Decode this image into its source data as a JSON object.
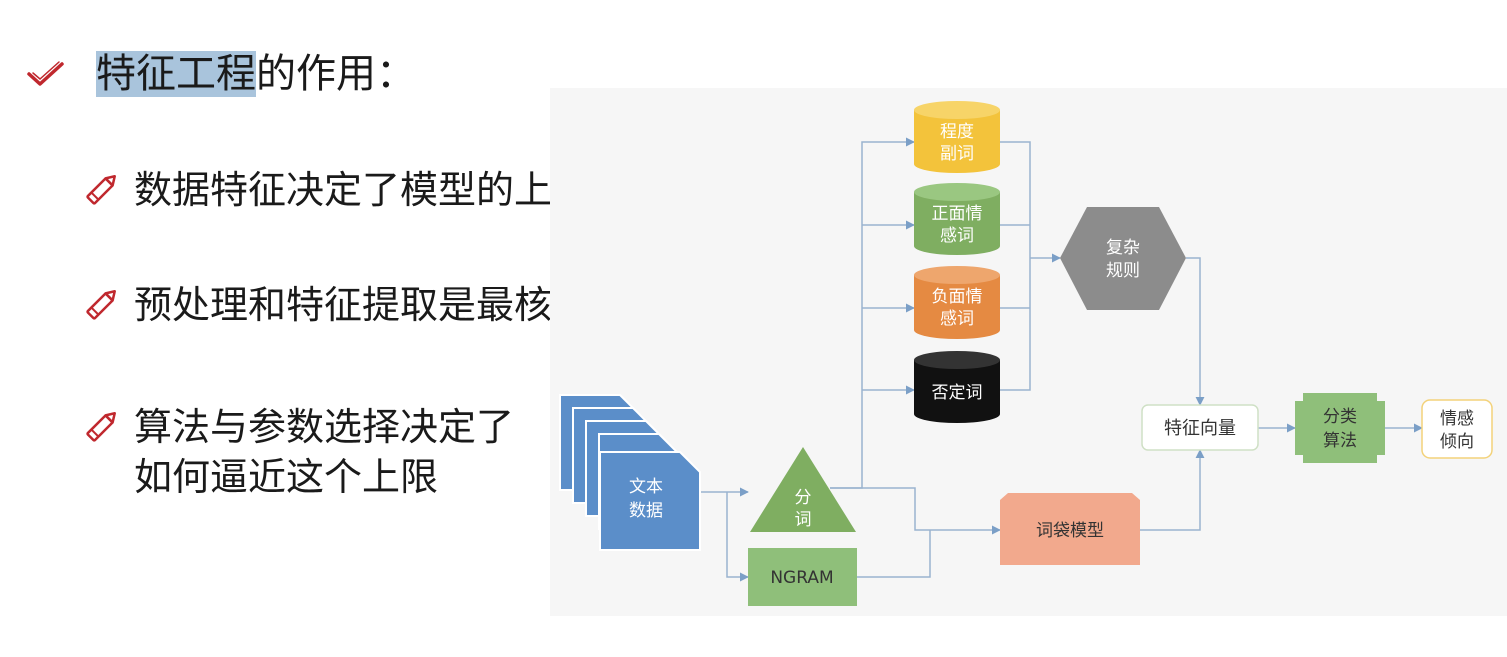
{
  "heading": {
    "highlighted": "特征工程",
    "rest": "的作用："
  },
  "bullets": [
    {
      "line1": "数据特征决定了模型的上限",
      "line2": ""
    },
    {
      "line1": "预处理和特征提取是最核心的",
      "line2": ""
    },
    {
      "line1": "算法与参数选择决定了",
      "line2": "如何逼近这个上限"
    }
  ],
  "diagram": {
    "text_data": [
      "文本",
      "数据"
    ],
    "segment": [
      "分",
      "词"
    ],
    "ngram": "NGRAM",
    "degree_adverb": [
      "程度",
      "副词"
    ],
    "positive": [
      "正面情",
      "感词"
    ],
    "negative": [
      "负面情",
      "感词"
    ],
    "negation": "否定词",
    "complex_rules": [
      "复杂",
      "规则"
    ],
    "bag_of_words": "词袋模型",
    "feature_vector": "特征向量",
    "classifier": [
      "分类",
      "算法"
    ],
    "sentiment": [
      "情感",
      "倾向"
    ]
  },
  "colors": {
    "accent_red": "#c0282e",
    "highlight": "#a9c4dc",
    "blue": "#5b8ec9",
    "green": "#7fae61",
    "yellow": "#f3c33b",
    "orange": "#e58a42",
    "black": "#111111",
    "gray": "#8c8c8c",
    "peach": "#f2a98d"
  }
}
